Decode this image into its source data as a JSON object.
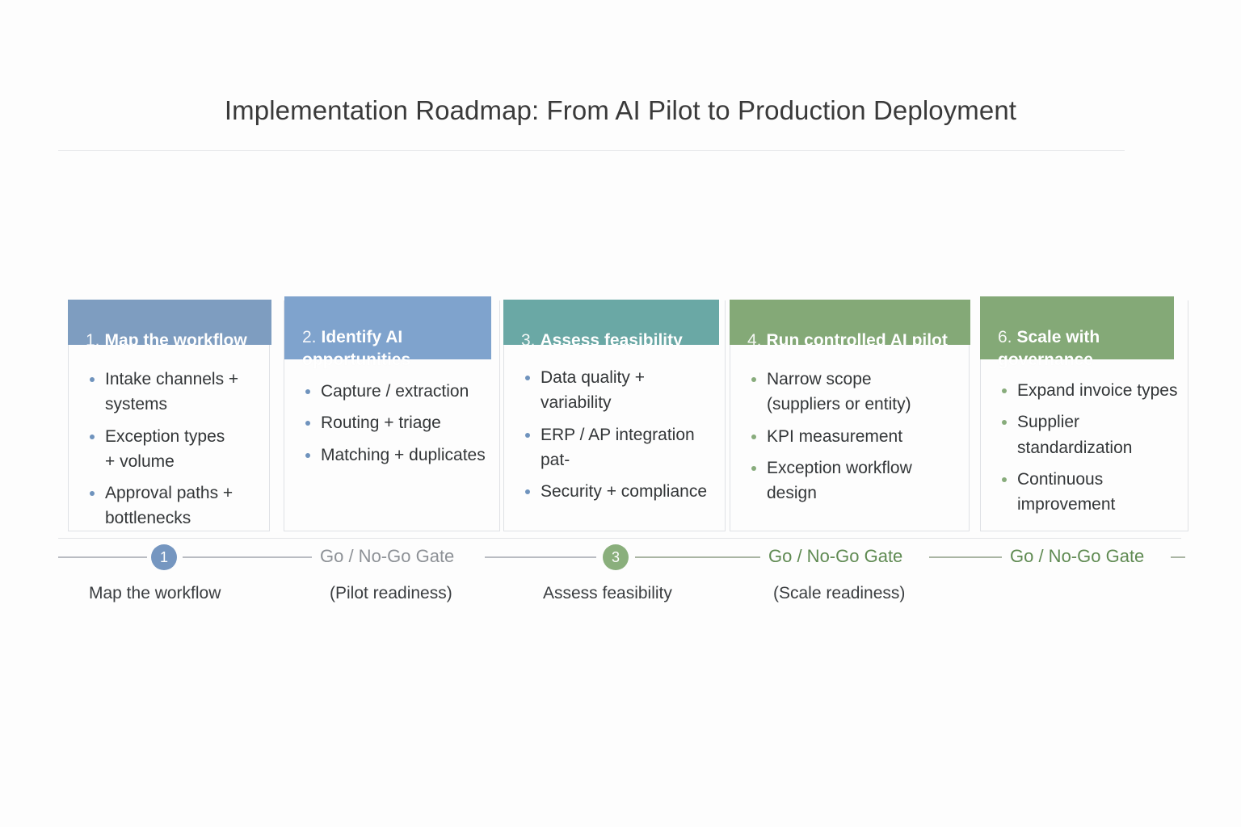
{
  "title": "Implementation Roadmap: From AI Pilot to Production Deployment",
  "colors": {
    "header_blue_light": "#7e9dc0",
    "header_blue": "#7fa3cd",
    "header_teal": "#6aa8a5",
    "header_green": "#84a977",
    "bullet_blue": "#6f93bd",
    "bullet_green": "#88ac7c",
    "marker_blue": "#7596c0",
    "marker_green": "#8aaf7c",
    "gate_gray": "#8d9196",
    "gate_green": "#5f8a52",
    "text_dark": "#333638"
  },
  "cards": [
    {
      "number": "1.",
      "title": "Map the workflow",
      "bullets": [
        "Intake channels +\nsystems",
        "Exception types\n+ volume",
        "Approval paths +\nbottlenecks"
      ]
    },
    {
      "number": "2.",
      "title": "Identify AI\nopportunities",
      "bullets": [
        "Capture / extraction",
        "Routing + triage",
        "Matching + duplicates"
      ]
    },
    {
      "number": "3.",
      "title": "Assess feasibility",
      "bullets": [
        "Data quality + variability",
        "ERP / AP integration pat-",
        "Security + compliance"
      ]
    },
    {
      "number": "4.",
      "title": "Run controlled AI pilot",
      "bullets": [
        "Narrow scope\n(suppliers or entity)",
        "KPI measurement",
        "Exception workflow design"
      ]
    },
    {
      "number": "6.",
      "title": "Scale with\ngovernance",
      "bullets": [
        "Expand invoice types",
        "Supplier standardization",
        "Continuous improvement"
      ]
    }
  ],
  "timeline": {
    "markers": [
      {
        "label": "1",
        "caption": "Map the workflow"
      },
      {
        "label": "3",
        "caption": "Assess feasibility"
      }
    ],
    "gates": [
      {
        "label": "Go / No-Go Gate",
        "caption": "(Pilot readiness)"
      },
      {
        "label": "Go / No-Go Gate",
        "caption": "(Scale readiness)"
      },
      {
        "label": "Go / No-Go Gate",
        "caption": ""
      }
    ]
  }
}
